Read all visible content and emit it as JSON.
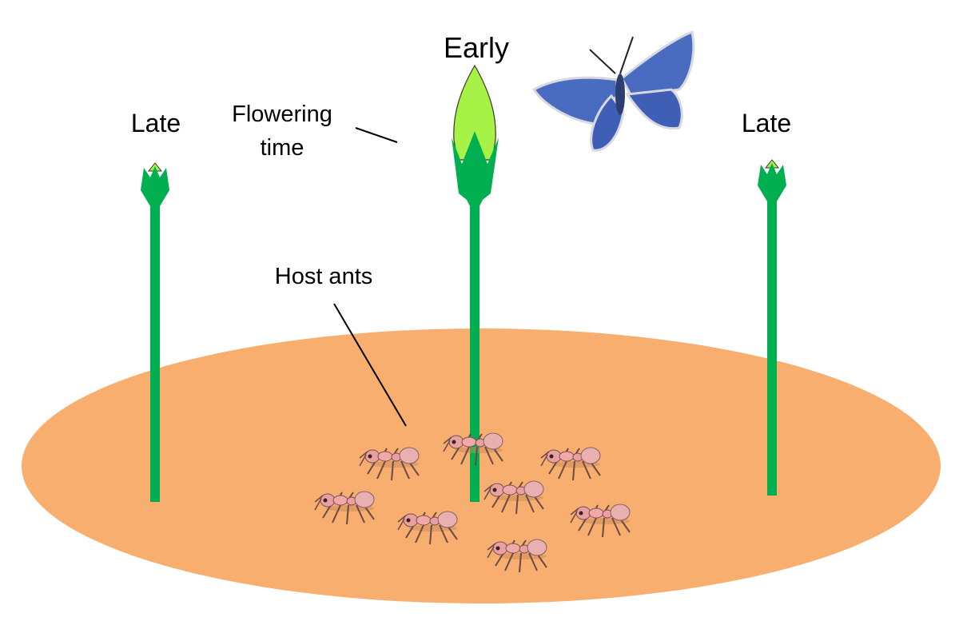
{
  "labels": {
    "early": "Early",
    "late_left": "Late",
    "late_right": "Late",
    "flowering_time_line1": "Flowering",
    "flowering_time_line2": "time",
    "host_ants": "Host ants"
  },
  "colors": {
    "ground": "#f7ae6f",
    "stem": "#00b050",
    "bud": "#a6f246",
    "butterfly": "#4a6cc0"
  }
}
